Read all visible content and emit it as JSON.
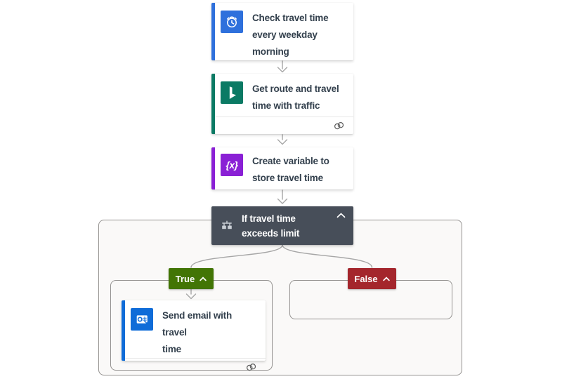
{
  "colors": {
    "trigger_accent": "#2E70DC",
    "bing_accent": "#0B7A64",
    "variable_accent": "#8A20D5",
    "outlook_accent": "#0F6CD8",
    "condition_bg": "#474E59",
    "true_bg": "#427505",
    "false_bg": "#A4262C",
    "connector": "#A6A6A6",
    "title_text": "#33404D"
  },
  "nodes": {
    "trigger": {
      "title": "Check travel time\nevery weekday\nmorning"
    },
    "get_route": {
      "title": "Get route and travel\ntime with traffic"
    },
    "create_variable": {
      "title": "Create variable to\nstore travel time"
    },
    "condition": {
      "title": "If travel time\nexceeds limit"
    },
    "send_email": {
      "title": "Send email with travel\ntime"
    }
  },
  "branches": {
    "true_label": "True",
    "false_label": "False"
  },
  "icons": {
    "trigger": "recurrence-clock-icon",
    "get_route": "bing-maps-icon",
    "create_variable": "variable-icon",
    "variable_glyph": "{x}",
    "condition": "condition-balance-icon",
    "send_email": "outlook-icon",
    "footer": "connection-icon",
    "collapse": "chevron-up-icon"
  }
}
